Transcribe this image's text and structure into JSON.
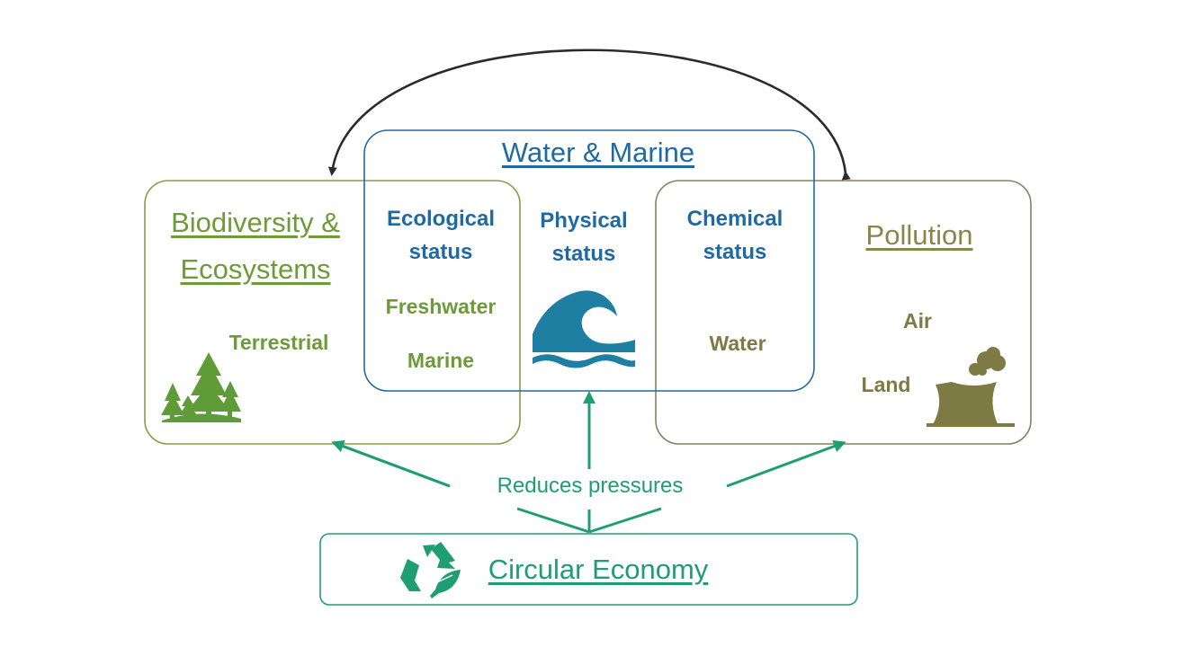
{
  "water_marine": {
    "title": "Water & Marine",
    "ecological_status": [
      "Ecological",
      "status"
    ],
    "physical_status": [
      "Physical",
      "status"
    ],
    "chemical_status": [
      "Chemical",
      "status"
    ]
  },
  "biodiversity": {
    "title": [
      "Biodiversity &",
      "Ecosystems"
    ],
    "items": [
      "Freshwater",
      "Marine",
      "Terrestrial"
    ]
  },
  "pollution": {
    "title": "Pollution",
    "items": [
      "Water",
      "Air",
      "Land"
    ]
  },
  "pressure_label": "Reduces pressures",
  "circular_economy": {
    "title": "Circular Economy"
  },
  "colors": {
    "biodiversity": "#6e9b3a",
    "pollution": "#7d7a43",
    "water_marine": "#1f6aa2",
    "circular": "#1f9e73",
    "arc": "#2b2b2b"
  },
  "icons": [
    "forest-icon",
    "wave-icon",
    "factory-icon",
    "recycle-icon"
  ]
}
